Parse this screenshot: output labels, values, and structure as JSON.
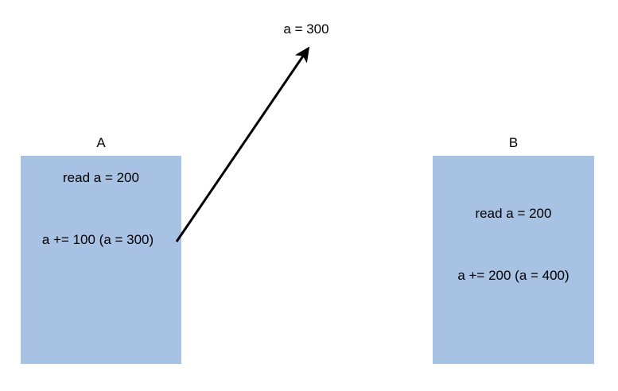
{
  "diagram": {
    "title": "concurrent-increment-race-condition",
    "background_color": "#ffffff",
    "box_fill_color": "#a8c2e4",
    "text_color": "#000000",
    "arrow_color": "#000000",
    "processes": [
      {
        "id": "a",
        "caption": "A",
        "statements": [
          "read a = 200",
          "a += 100 (a = 300)"
        ]
      },
      {
        "id": "b",
        "caption": "B",
        "statements": [
          "read a = 200",
          "a += 200 (a = 400)"
        ]
      }
    ],
    "arrow": {
      "label": "a = 300",
      "from": "a",
      "icon": "arrow-up-right-icon"
    }
  }
}
